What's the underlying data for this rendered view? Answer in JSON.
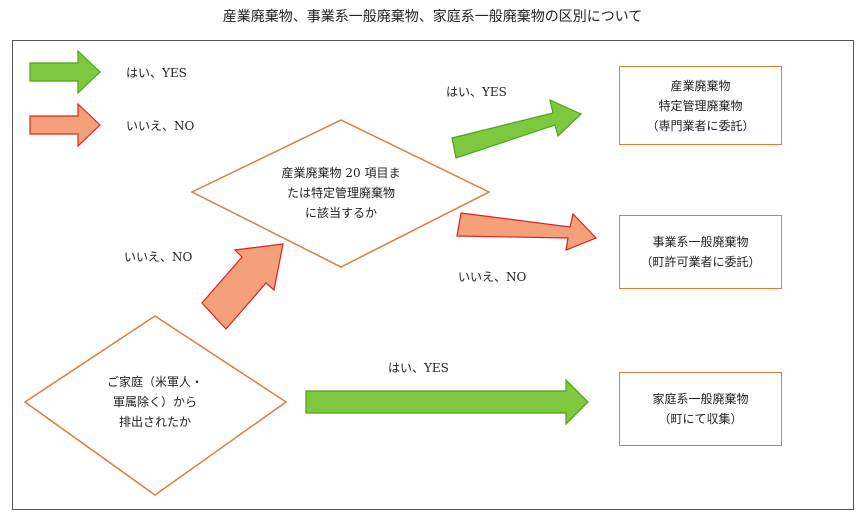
{
  "title": "産業廃棄物、事業系一般廃棄物、家庭系一般廃棄物の区別について",
  "legend": {
    "yes_label": "はい、YES",
    "no_label": "いいえ、NO"
  },
  "decisions": {
    "household": {
      "lines": [
        "ご家庭（米軍人・",
        "軍属除く）から",
        "排出されたか"
      ]
    },
    "industrial": {
      "lines": [
        "産業廃棄物 20 項目ま",
        "たは特定管理廃棄物",
        "に該当するか"
      ]
    }
  },
  "results": {
    "industrial": {
      "lines": [
        "産業廃棄物",
        "特定管理廃棄物",
        "（専門業者に委託）"
      ]
    },
    "business": {
      "lines": [
        "事業系一般廃棄物",
        "（町許可業者に委託）"
      ]
    },
    "household": {
      "lines": [
        "家庭系一般廃棄物",
        "（町にて収集）"
      ]
    }
  },
  "edge_labels": {
    "household_no": "いいえ、NO",
    "household_yes": "はい、YES",
    "industrial_yes": "はい、YES",
    "industrial_no": "いいえ、NO"
  },
  "colors": {
    "yes_fill": "#7dc83f",
    "yes_stroke": "#4aa516",
    "no_fill": "#f4a07a",
    "no_stroke": "#e02020",
    "box_border": "#e07b39"
  }
}
